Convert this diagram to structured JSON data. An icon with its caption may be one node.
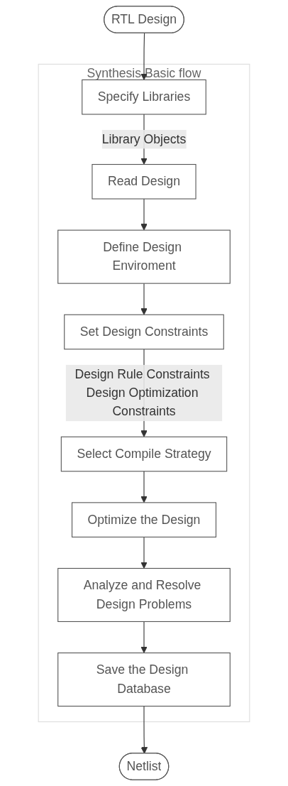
{
  "diagram": {
    "nodes": [
      {
        "text": [
          "RTL Design"
        ]
      },
      {
        "text": [
          "Synthesis Basic flow"
        ]
      },
      {
        "text": [
          "Specify Libraries"
        ],
        "in": 1
      },
      {
        "text": [
          "Read Design"
        ],
        "in": 1
      },
      {
        "text": [
          "Define Design Enviroment"
        ],
        "in": 1
      },
      {
        "text": [
          "Set Design Constraints"
        ],
        "in": 1
      },
      {
        "text": [
          "Select Compile Strategy"
        ],
        "in": 1
      },
      {
        "text": [
          "Optimize the Design"
        ],
        "in": 1
      },
      {
        "text": [
          "Analyze and Resolve Design Problems"
        ],
        "in": 1
      },
      {
        "text": [
          "Save the Design Database"
        ],
        "in": 1
      },
      {
        "text": [
          "Netlist"
        ]
      }
    ],
    "edges": [
      {
        "from": 0,
        "to": 2,
        "arrow": "to"
      },
      {
        "from": 2,
        "to": 3,
        "arrow": "to",
        "label": "Library Objects"
      },
      {
        "from": 3,
        "to": 4,
        "arrow": "to"
      },
      {
        "from": 4,
        "to": 5,
        "arrow": "to"
      },
      {
        "from": 5,
        "to": 6,
        "arrow": "to",
        "label": "Design Rule Constraints Design Optimization Constraints"
      },
      {
        "from": 6,
        "to": 7,
        "arrow": "to"
      },
      {
        "from": 7,
        "to": 8,
        "arrow": "to"
      },
      {
        "from": 8,
        "to": 9,
        "arrow": "to"
      },
      {
        "from": 9,
        "to": 10,
        "arrow": "to"
      }
    ]
  }
}
